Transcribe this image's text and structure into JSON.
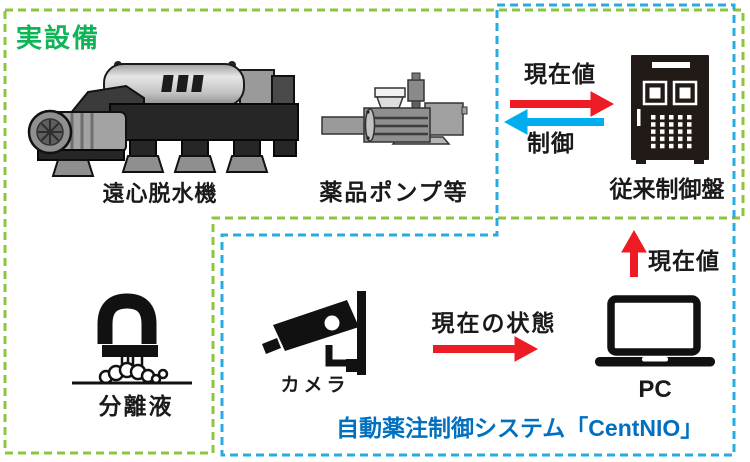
{
  "page": {
    "background": "#ffffff"
  },
  "zones": {
    "real_equipment": {
      "label": "実設備",
      "border_color": "#8CC63E",
      "label_color": "#0FB457"
    },
    "centnio": {
      "label": "自動薬注制御システム「CentNIO」",
      "border_color": "#29ABE2",
      "label_color": "#0070C0"
    }
  },
  "equipment": {
    "dehydrator": {
      "label": "遠心脱水機",
      "icon": "centrifugal-dehydrator-illustration"
    },
    "pump": {
      "label": "薬品ポンプ等",
      "icon": "chemical-pump-illustration"
    },
    "control_panel": {
      "label": "従来制御盤",
      "icon": "control-cabinet-icon"
    },
    "separated_liquid": {
      "label": "分離液",
      "icon": "faucet-discharge-icon"
    },
    "camera": {
      "label": "カメラ",
      "icon": "cctv-camera-icon"
    },
    "pc": {
      "label": "PC",
      "icon": "laptop-icon"
    }
  },
  "flows": {
    "panel_current_value": {
      "label": "現在値",
      "direction": "right",
      "color": "#ED1C24"
    },
    "panel_control": {
      "label": "制御",
      "direction": "left",
      "color": "#00AEEF"
    },
    "camera_current_state": {
      "label": "現在の状態",
      "direction": "right",
      "color": "#ED1C24"
    },
    "pc_current_value": {
      "label": "現在値",
      "direction": "up",
      "color": "#ED1C24"
    }
  }
}
